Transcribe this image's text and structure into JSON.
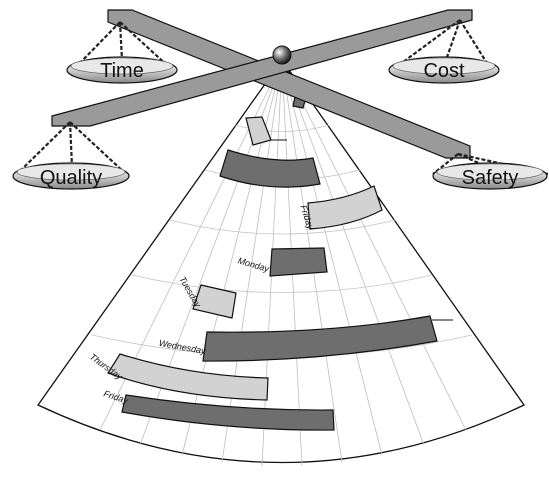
{
  "scale": {
    "pans": [
      {
        "key": "time",
        "label": "Time"
      },
      {
        "key": "cost",
        "label": "Cost"
      },
      {
        "key": "quality",
        "label": "Quality"
      },
      {
        "key": "safety",
        "label": "Safety"
      }
    ]
  },
  "schedule": {
    "days": [
      {
        "key": "fri",
        "label": "Friday"
      },
      {
        "key": "mon",
        "label": "Monday"
      },
      {
        "key": "tue",
        "label": "Tuesday"
      },
      {
        "key": "wed",
        "label": "Wednesday"
      },
      {
        "key": "thu",
        "label": "Thursday"
      },
      {
        "key": "fri2",
        "label": "Friday"
      }
    ]
  },
  "colors": {
    "dark_bar": "#6e6e6e",
    "light_bar": "#d2d2d2",
    "beam": "#9a9a9a",
    "outline": "#111111"
  }
}
